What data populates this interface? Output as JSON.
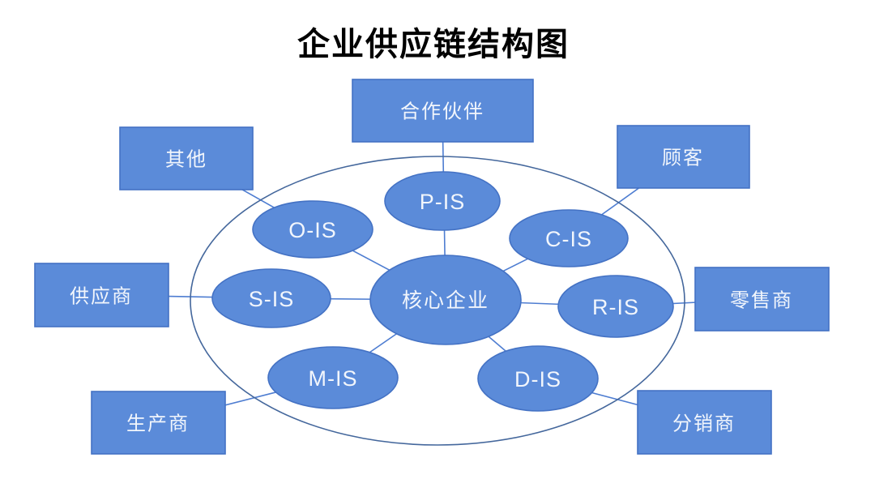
{
  "title": "企业供应链结构图",
  "colors": {
    "node_fill": "#5B8BD9",
    "node_border": "#4472C4",
    "connector_line": "#4E7DD1",
    "boundary_outline": "#44679C",
    "label_text": "#F2F6FC",
    "title_text": "#000000",
    "background": "#FFFFFF"
  },
  "diagram": {
    "center_node": {
      "id": "core-enterprise",
      "label": "核心企业"
    },
    "inner_nodes": [
      {
        "id": "p-is",
        "label": "P-IS"
      },
      {
        "id": "o-is",
        "label": "O-IS"
      },
      {
        "id": "c-is",
        "label": "C-IS"
      },
      {
        "id": "s-is",
        "label": "S-IS"
      },
      {
        "id": "r-is",
        "label": "R-IS"
      },
      {
        "id": "m-is",
        "label": "M-IS"
      },
      {
        "id": "d-is",
        "label": "D-IS"
      }
    ],
    "outer_nodes": [
      {
        "id": "partners",
        "label": "合作伙伴"
      },
      {
        "id": "others",
        "label": "其他"
      },
      {
        "id": "customers",
        "label": "顾客"
      },
      {
        "id": "suppliers",
        "label": "供应商"
      },
      {
        "id": "retailers",
        "label": "零售商"
      },
      {
        "id": "manufacturers",
        "label": "生产商"
      },
      {
        "id": "distributors",
        "label": "分销商"
      }
    ]
  }
}
